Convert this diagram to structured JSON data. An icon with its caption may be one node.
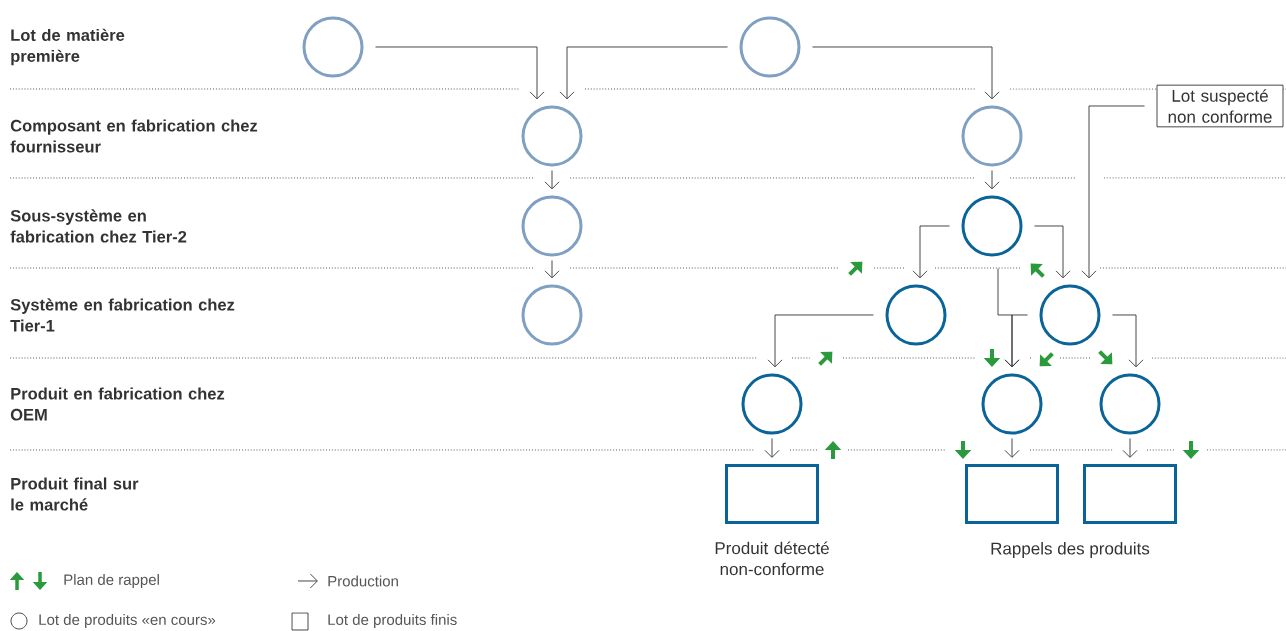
{
  "diagram": {
    "nodes": [
      {
        "text": [],
        "shape": "circle"
      },
      {
        "text": [],
        "shape": "circle"
      },
      {
        "text": [],
        "shape": "circle"
      },
      {
        "text": [],
        "shape": "circle"
      },
      {
        "text": [
          "Lot suspecté non conforme"
        ]
      },
      {
        "text": [],
        "shape": "circle"
      },
      {
        "text": [],
        "shape": "circle"
      },
      {
        "text": [],
        "shape": "circle"
      },
      {
        "text": [],
        "shape": "circle"
      },
      {
        "text": [],
        "shape": "circle"
      },
      {
        "text": [],
        "shape": "circle"
      },
      {
        "text": [],
        "shape": "circle"
      },
      {
        "text": [],
        "shape": "circle"
      },
      {
        "text": [],
        "shape": "box",
        "beside": [
          "Produit détecté non-conforme"
        ]
      },
      {
        "text": [],
        "shape": "box"
      },
      {
        "text": [],
        "shape": "box"
      }
    ],
    "edges": [
      {
        "from": 0,
        "to": 2,
        "arrow": "to"
      },
      {
        "from": 1,
        "to": 2,
        "arrow": "to"
      },
      {
        "from": 1,
        "to": 3,
        "arrow": "to"
      },
      {
        "from": 2,
        "to": 5,
        "arrow": "to"
      },
      {
        "from": 3,
        "to": 6,
        "arrow": "to"
      },
      {
        "from": 5,
        "to": 7,
        "arrow": "to"
      },
      {
        "from": 6,
        "to": 8,
        "arrow": "to"
      },
      {
        "from": 6,
        "to": 9,
        "arrow": "to"
      },
      {
        "from": 4,
        "to": 9,
        "arrow": "to"
      },
      {
        "from": 8,
        "to": 10,
        "arrow": "to"
      },
      {
        "from": 6,
        "to": 11,
        "arrow": "to"
      },
      {
        "from": 9,
        "to": 11,
        "arrow": "to"
      },
      {
        "from": 9,
        "to": 12,
        "arrow": "to"
      },
      {
        "from": 10,
        "to": 13,
        "arrow": "to"
      },
      {
        "from": 11,
        "to": 14,
        "arrow": "to"
      },
      {
        "from": 12,
        "to": 15,
        "arrow": "to"
      }
    ],
    "labels": [
      "Lot de matière première",
      "Composant en fabrication chez fournisseur",
      "Sous-système en fabrication chez Tier-2",
      "Système en fabrication chez Tier-1",
      "Produit en fabrication chez OEM",
      "Produit final sur le marché",
      "Rappels des produits"
    ],
    "legend": [
      {
        "text": "Plan de rappel"
      },
      {
        "text": "Production"
      },
      {
        "text": "Lot de produits «en cours»"
      },
      {
        "text": "Lot de produits finis"
      }
    ]
  }
}
